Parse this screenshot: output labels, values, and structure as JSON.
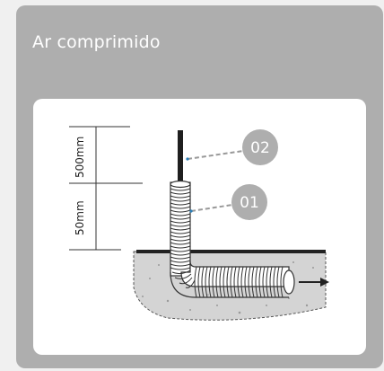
{
  "card": {
    "title": "Ar comprimido"
  },
  "diagram": {
    "dimension_upper": "500mm",
    "dimension_lower": "50mm",
    "callout_pipe": "02",
    "callout_sleeve": "01"
  }
}
